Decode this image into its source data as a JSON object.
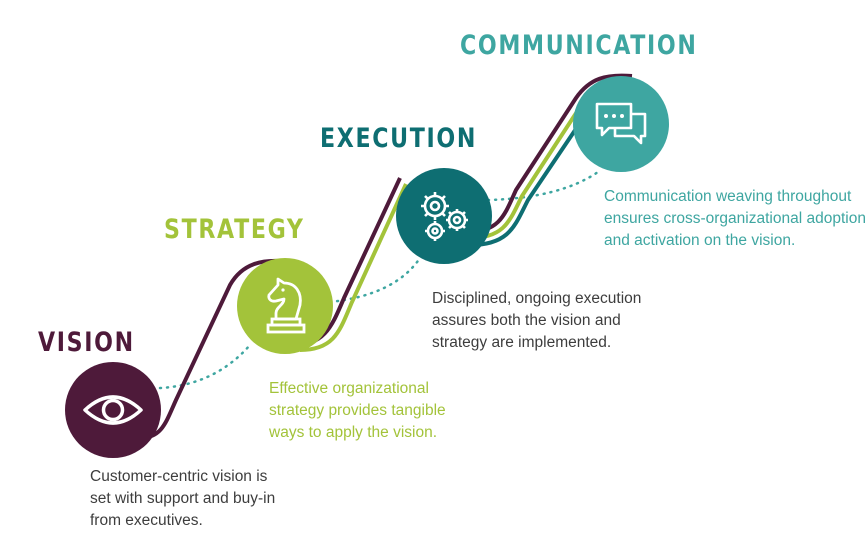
{
  "colors": {
    "vision": "#4e1a3a",
    "strategy": "#a3c33a",
    "execution": "#0e6e72",
    "communication": "#3ea6a1",
    "description_text": "#3d3d3d"
  },
  "stages": [
    {
      "key": "vision",
      "title": "VISION",
      "icon": "eye-icon",
      "description": [
        "Customer-centric vision is",
        "set with support and buy-in",
        "from executives."
      ]
    },
    {
      "key": "strategy",
      "title": "STRATEGY",
      "icon": "chess-knight-icon",
      "description": [
        "Effective organizational",
        "strategy provides tangible",
        "ways to apply the vision."
      ]
    },
    {
      "key": "execution",
      "title": "EXECUTION",
      "icon": "gears-icon",
      "description": [
        "Disciplined, ongoing execution",
        "assures both the vision and",
        "strategy are implemented."
      ]
    },
    {
      "key": "communication",
      "title": "COMMUNICATION",
      "icon": "chat-bubbles-icon",
      "description": [
        "Communication weaving throughout",
        "ensures cross-organizational adoption",
        "and activation on the vision."
      ]
    }
  ]
}
